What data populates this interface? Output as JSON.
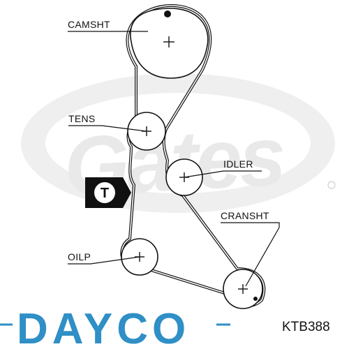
{
  "diagram": {
    "labels": {
      "camshaft": "CAMSHT",
      "tensioner": "TENS",
      "idler": "IDLER",
      "crankshaft": "CRANSHT",
      "oil_pump": "OILP",
      "tension_marker": "T"
    },
    "watermark": "Gates",
    "brand": "DAYCO",
    "part_number": "KTB388",
    "colors": {
      "brand": "#2f8fc6",
      "watermark": "#e9e9e9",
      "ink": "#111111"
    }
  }
}
